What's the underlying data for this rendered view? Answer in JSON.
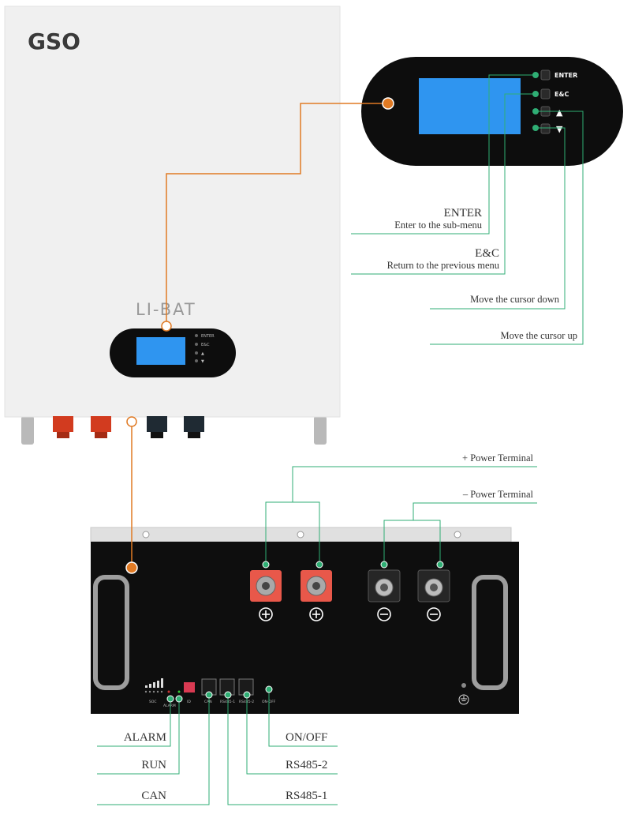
{
  "brand": {
    "logo": "GSO",
    "product": "LI-BAT"
  },
  "colors": {
    "orange_line": "#e07a24",
    "green_line": "#2fae74",
    "screen_blue": "#2f95f0"
  },
  "panel_buttons": [
    "ENTER",
    "E&C",
    "▲",
    "▼"
  ],
  "small_panel_buttons": [
    "ENTER",
    "E&C",
    "▲",
    "▼"
  ],
  "callouts": {
    "enter_title": "ENTER",
    "enter_desc": "Enter to the sub-menu",
    "esc_title": "E&C",
    "esc_desc": "Return to the previous menu",
    "down": "Move the cursor down",
    "up": "Move the cursor up",
    "pos_terminal": "+ Power Terminal",
    "neg_terminal": "– Power Terminal",
    "alarm": "ALARM",
    "run": "RUN",
    "can": "CAN",
    "on_off": "ON/OFF",
    "rs485_2": "RS485-2",
    "rs485_1": "RS485-1"
  },
  "rack_labels": {
    "soc": "SOC",
    "alarm": "ALARM",
    "id": "ID",
    "can": "CAN",
    "rs485_1": "RS485-1",
    "rs485_2": "RS485-2",
    "on_off": "ON-OFF"
  }
}
